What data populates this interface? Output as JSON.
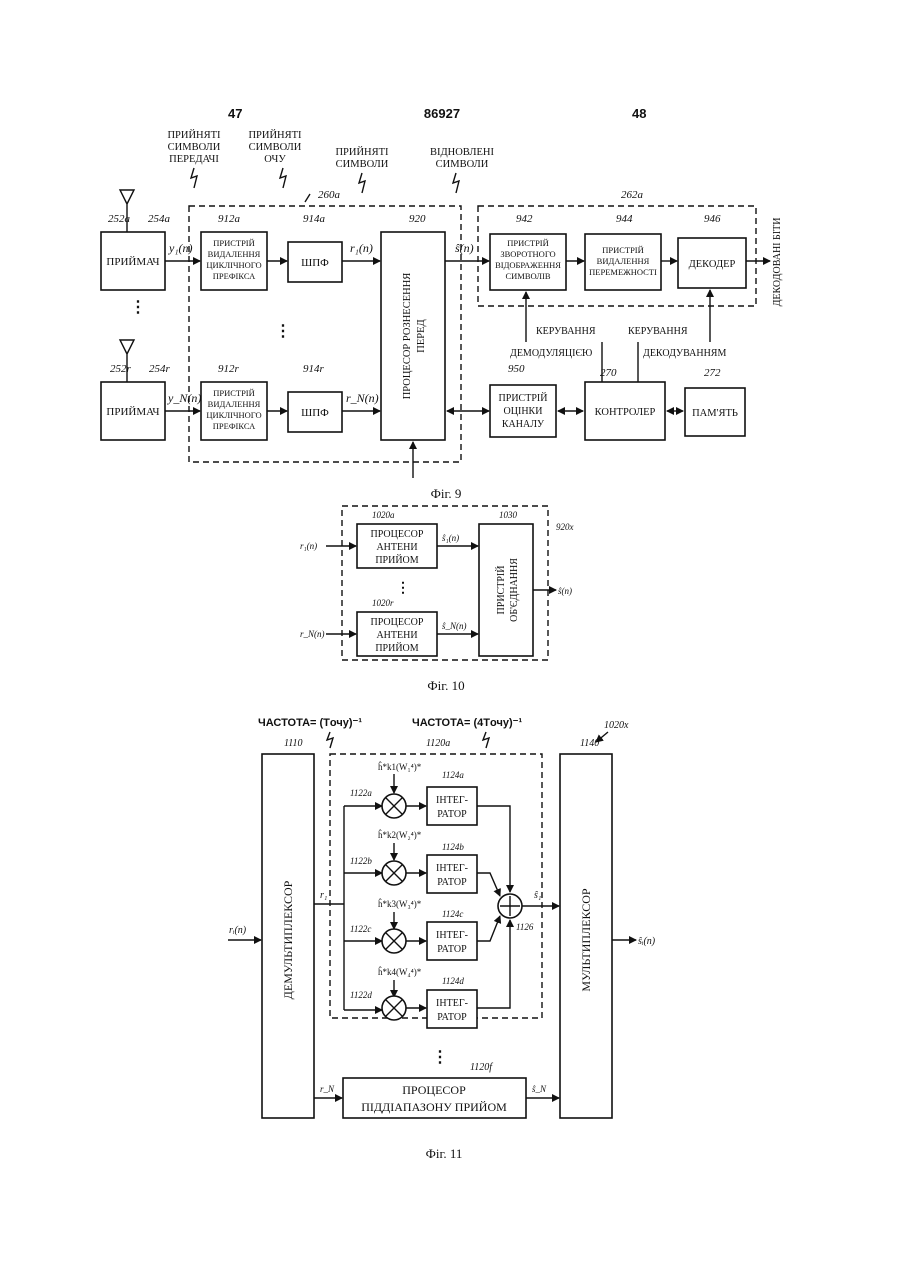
{
  "header": {
    "left_page": "47",
    "patent_no": "86927",
    "right_page": "48"
  },
  "fig9": {
    "caption": "Фіг. 9",
    "top_labels": {
      "rx_tx_symbols": [
        "ПРИЙНЯТІ",
        "СИМВОЛИ",
        "ПЕРЕДАЧІ"
      ],
      "rx_ochu_symbols": [
        "ПРИЙНЯТІ",
        "СИМВОЛИ",
        "ОЧУ"
      ],
      "rx_symbols": [
        "ПРИЙНЯТІ",
        "СИМВОЛИ"
      ],
      "recovered_symbols": [
        "ВІДНОВЛЕНІ",
        "СИМВОЛИ"
      ]
    },
    "refs": {
      "ant1": "252a",
      "rcv1": "254a",
      "antN": "252r",
      "rcvN": "254r",
      "group1": "260a",
      "group2": "262a",
      "cp1": "912a",
      "cpN": "912r",
      "fft1": "914a",
      "fftN": "914r",
      "proc": "920",
      "demap": "942",
      "deint": "944",
      "dec": "946",
      "chest": "950",
      "ctrl": "270",
      "mem": "272"
    },
    "receiver": "ПРИЙМАЧ",
    "cp_remove": [
      "ПРИСТРІЙ",
      "ВИДАЛЕННЯ",
      "ЦИКЛІЧНОГО",
      "ПРЕФІКСА"
    ],
    "fft": "ШПФ",
    "processor": [
      "ПРОЦЕСОР РОЗНЕСЕННЯ",
      "ПЕРЕД"
    ],
    "demapper": [
      "ПРИСТРІЙ",
      "ЗВОРОТНОГО",
      "ВІДОБРАЖЕННЯ",
      "СИМВОЛІВ"
    ],
    "deinterleaver": [
      "ПРИСТРІЙ",
      "ВИДАЛЕННЯ",
      "ПЕРЕМЕЖНОСТІ"
    ],
    "decoder": "ДЕКОДЕР",
    "decoded_bits": "ДЕКОДОВАНІ БІТИ",
    "demod_ctrl": [
      "КЕРУВАННЯ",
      "ДЕМОДУЛЯЦІЄЮ"
    ],
    "decode_ctrl": [
      "КЕРУВАННЯ",
      "ДЕКОДУВАННЯМ"
    ],
    "channel_est": [
      "ПРИСТРІЙ",
      "ОЦІНКИ",
      "КАНАЛУ"
    ],
    "controller": "КОНТРОЛЕР",
    "memory": "ПАМ'ЯТЬ",
    "signals": {
      "y1": "y₁(n)",
      "yN": "y_N(n)",
      "r1": "r₁(n)",
      "rN": "r_N(n)",
      "s": "ŝ(n)"
    }
  },
  "fig10": {
    "caption": "Фіг. 10",
    "refs": {
      "p1": "1020a",
      "pN": "1020r",
      "comb": "1030",
      "group": "920x"
    },
    "antenna_proc": [
      "ПРОЦЕСОР",
      "АНТЕНИ",
      "ПРИЙОМ"
    ],
    "combiner": [
      "ПРИСТРІЙ",
      "ОБ'ЄДНАННЯ"
    ],
    "signals": {
      "r1": "r₁(n)",
      "rN": "r_N(n)",
      "s1": "ŝ₁(n)",
      "sN": "ŝ_N(n)",
      "s": "ŝ(n)"
    }
  },
  "fig11": {
    "caption": "Фіг. 11",
    "ref_main": "1020x",
    "freq1": "ЧАСТОТА= (Tочу)⁻¹",
    "freq2": "ЧАСТОТА= (4Tочу)⁻¹",
    "refs": {
      "demux": "1110",
      "mux": "1140",
      "group": "1120a",
      "bottom": "1120f",
      "m1": "1122a",
      "m2": "1122b",
      "m3": "1122c",
      "m4": "1122d",
      "i1": "1124a",
      "i2": "1124b",
      "i3": "1124c",
      "i4": "1124d",
      "sum": "1126"
    },
    "demux": "ДЕМУЛЬТИПЛЕКСОР",
    "mux": "МУЛЬТИПЛЕКСОР",
    "integrator": [
      "ІНТЕГ-",
      "РАТОР"
    ],
    "coefs": [
      "ĥ*k1(W₁⁴)*",
      "ĥ*k2(W₂⁴)*",
      "ĥ*k3(W₃⁴)*",
      "ĥ*k4(W₄⁴)*"
    ],
    "subband_proc": [
      "ПРОЦЕСОР",
      "ПІДДІАПАЗОНУ ПРИЙОМ"
    ],
    "signals": {
      "ri": "rᵢ(n)",
      "r1": "r₁",
      "rN": "r_N",
      "s1": "ŝ₁",
      "sN": "ŝ_N",
      "si": "ŝᵢ(n)"
    }
  }
}
